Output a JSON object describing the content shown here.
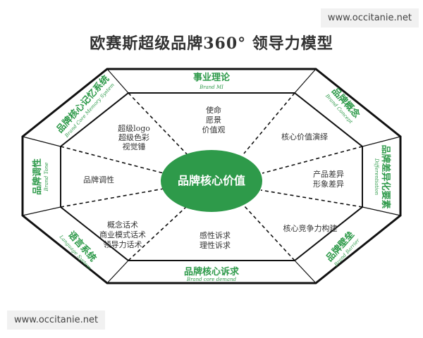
{
  "watermark": {
    "top": "www.occitanie.net",
    "bottom": "www.occitanie.net"
  },
  "title": "欧赛斯超级品牌360° 领导力模型",
  "center": "品牌核心价值",
  "colors": {
    "accent": "#2e9a4a",
    "line": "#111111"
  },
  "bands": {
    "top": {
      "cn": "事业理论",
      "en": "Brand MI"
    },
    "top_right": {
      "cn": "品牌概念",
      "en": "Brand Concept"
    },
    "right": {
      "cn": "品牌差异化要素",
      "en": "Differentiation"
    },
    "bottom_right": {
      "cn": "品牌壁垒",
      "en": "Brand Barrier"
    },
    "bottom": {
      "cn": "品牌核心诉求",
      "en": "Brand core demand"
    },
    "bottom_left": {
      "cn": "语言系统",
      "en": "Language System"
    },
    "left": {
      "cn": "品牌调性",
      "en": "Brand Tone"
    },
    "top_left": {
      "cn": "品牌核心记忆系统",
      "en": "Brand Core Memory System"
    }
  },
  "segments": {
    "top": [
      "使命",
      "愿景",
      "价值观"
    ],
    "top_right": [
      "核心价值演绎"
    ],
    "right": [
      "产品差异",
      "形象差异"
    ],
    "bottom_right": [
      "核心竞争力构建"
    ],
    "bottom": [
      "感性诉求",
      "理性诉求"
    ],
    "bottom_left": [
      "概念话术",
      "商业模式话术",
      "领导力话术"
    ],
    "left": [
      "品牌调性"
    ],
    "top_left": [
      "超级logo",
      "超级色彩",
      "视觉锤"
    ]
  }
}
